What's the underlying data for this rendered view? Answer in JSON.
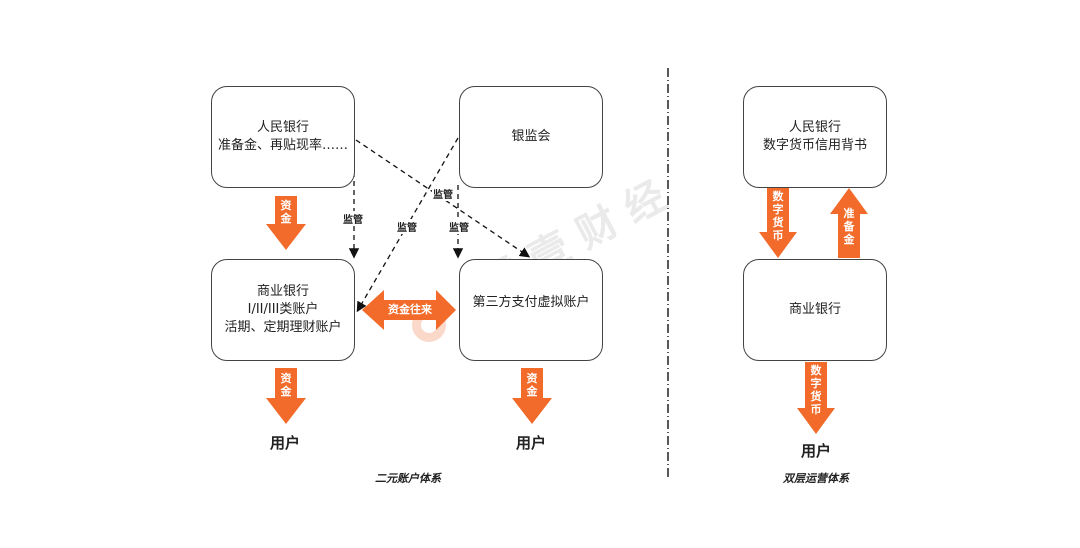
{
  "colors": {
    "accent": "#F26B2A",
    "border": "#444444",
    "text": "#222222"
  },
  "watermark": {
    "text": "零壹财经"
  },
  "dual_system": {
    "caption": "二元账户体系",
    "pboc_box": {
      "line1": "人民银行",
      "line2": "准备金、再贴现率……"
    },
    "cbrc_box": {
      "line1": "银监会"
    },
    "commercial_bank_box": {
      "line1": "商业银行",
      "line2": "I/II/III类账户",
      "line3": "活期、定期理财账户"
    },
    "third_party_box": {
      "line1": "第三方支付虚拟账户"
    },
    "supervision_labels": [
      "监管",
      "监管",
      "监管",
      "监管"
    ],
    "fund_arrow_top": "资金",
    "fund_arrow_left_bottom": "资金",
    "fund_arrow_right_bottom": "资金",
    "fund_exchange_arrow": "资金往来",
    "user_left": "用户",
    "user_right": "用户"
  },
  "two_tier_system": {
    "caption": "双层运营体系",
    "pboc_box": {
      "line1": "人民银行",
      "line2": "数字货币信用背书"
    },
    "commercial_bank_box": {
      "line1": "商业银行"
    },
    "down_arrow_label": "数字货币",
    "up_arrow_label": "准备金",
    "bottom_arrow_label": "数字货币",
    "user": "用户"
  }
}
